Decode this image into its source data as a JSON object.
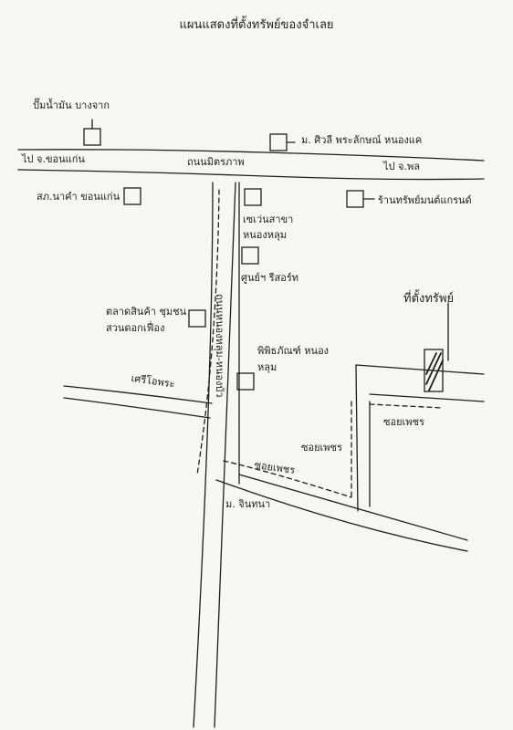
{
  "title": "แผนแสดงที่ตั้งทรัพย์ของจำเลย",
  "labels": {
    "store_top_left": "ปั๊มน้ำมัน บางจาก",
    "store_top_right": "ม. ศิวลี พระลักษณ์ หนองแค",
    "road_left": "ไป จ.ขอนแก่น",
    "road_main": "ถนนมิตรภาพ",
    "road_right": "ไป จ.พล",
    "building_a": "สภ.นาคำ ขอนแก่น",
    "building_b": "ร้านทรัพย์มนต์แกรนด์",
    "building_c": "เซเว่นสาขา หนองหลุม",
    "building_d": "ศูนย์ฯ รีสอร์ท",
    "building_e": "ตลาดสินค้า ชุมชนสวนดอกเฟื่อง",
    "building_f": "พิพิธภัณฑ์ หนองหลุม",
    "target": "ที่ตั้งทรัพย์",
    "soi_left": "เศรีโอพระ",
    "soi_vertical": "ถนนหนองหลุม-หนองบัว",
    "soi_right_h": "ซอยเพชร",
    "soi_mid_v": "ซอยเพชร",
    "soi_diag": "ซอยเพชร",
    "bottom_building": "ม. จินทนา"
  },
  "colors": {
    "ink": "#1e1e1e",
    "paper": "#f6f6f4"
  }
}
